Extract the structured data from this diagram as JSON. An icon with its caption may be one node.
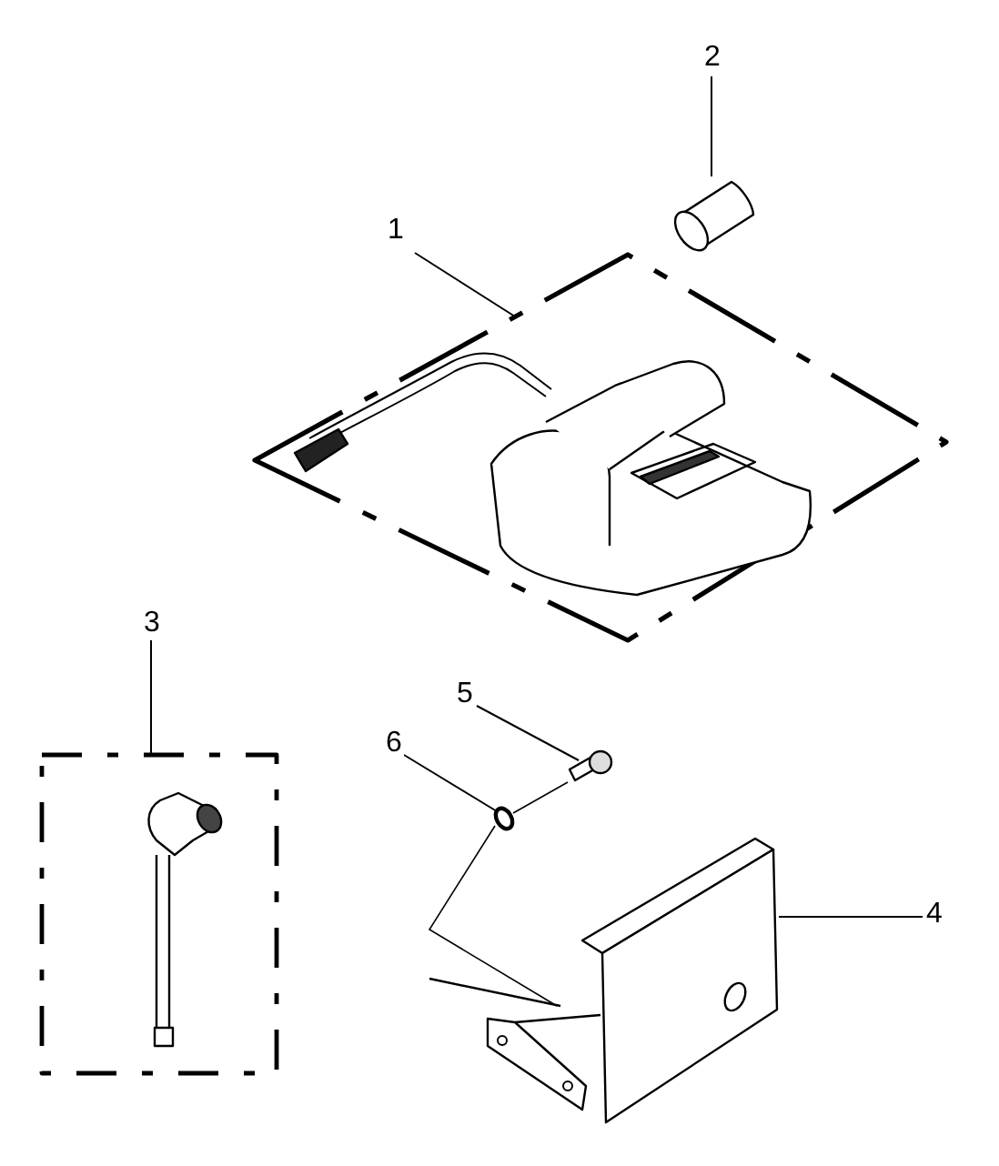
{
  "diagram": {
    "nodes": [
      {
        "text": [
          "1"
        ]
      },
      {
        "text": [
          "2"
        ]
      },
      {
        "text": [
          "3"
        ]
      },
      {
        "text": [
          "4"
        ]
      },
      {
        "text": [
          "5"
        ]
      },
      {
        "text": [
          "6"
        ]
      },
      {
        "text": [],
        "shape": "picture"
      },
      {
        "text": [],
        "shape": "picture"
      },
      {
        "text": [],
        "shape": "picture"
      },
      {
        "text": [],
        "shape": "picture"
      },
      {
        "text": [],
        "shape": "picture"
      },
      {
        "text": [],
        "shape": "circle"
      }
    ],
    "edges": [
      {
        "from": 0,
        "to": 6,
        "arrow": "none"
      },
      {
        "from": 1,
        "to": 7,
        "arrow": "none"
      },
      {
        "from": 2,
        "to": 8,
        "arrow": "none"
      },
      {
        "from": 3,
        "to": 9,
        "arrow": "none"
      },
      {
        "from": 4,
        "to": 10,
        "arrow": "none"
      },
      {
        "from": 5,
        "to": 11,
        "arrow": "none"
      },
      {
        "from": 10,
        "to": 11,
        "arrow": "none"
      },
      {
        "from": 11,
        "to": 9,
        "arrow": "none"
      }
    ]
  }
}
